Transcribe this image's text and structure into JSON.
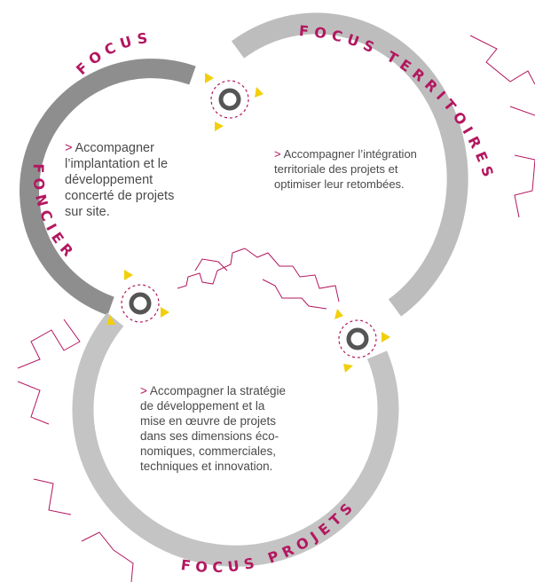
{
  "rings": [
    {
      "id": "foncier",
      "label_top": "FOCUS",
      "label_side": "FONCIER"
    },
    {
      "id": "territoires",
      "label": "FOCUS TERRITOIRES"
    },
    {
      "id": "projets",
      "label": "FOCUS PROJETS"
    }
  ],
  "descriptions": {
    "foncier": {
      "arrow": ">",
      "lines": [
        "Accompagner",
        "l’implantation et le",
        "développement",
        "concerté de projets",
        "sur site."
      ]
    },
    "territoires": {
      "arrow": ">",
      "lines": [
        "Accompagner l’intégration",
        "territoriale des projets et",
        "optimiser leur retombées."
      ]
    },
    "projets": {
      "arrow": ">",
      "lines": [
        "Accompagner la stratégie",
        "de développement et la",
        "mise en œuvre de projets",
        "dans ses dimensions éco-",
        "nomiques, commerciales,",
        "techniques et innovation."
      ]
    }
  },
  "colors": {
    "ring_dark": "#8e8e8e",
    "ring_light": "#bdbdbd",
    "accent": "#b3175f",
    "arrow_yellow": "#f2cf0a",
    "node": "#555555",
    "text": "#4a4a4a"
  },
  "icons": [
    "gear-node-icon",
    "triangle-arrow-icon"
  ]
}
